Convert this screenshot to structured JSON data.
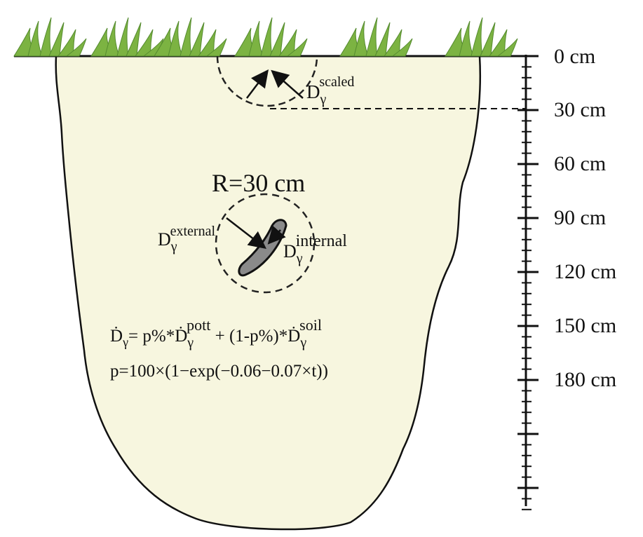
{
  "ruler": {
    "labels": [
      "0 cm",
      "30 cm",
      "60 cm",
      "90 cm",
      "120 cm",
      "150 cm",
      "180 cm"
    ]
  },
  "top_label": {
    "base": "D",
    "sub": "γ",
    "sup": "scaled"
  },
  "radius_label": "R=30 cm",
  "external_label": {
    "base": "D",
    "sub": "γ",
    "sup": "external"
  },
  "internal_label": {
    "base": "D",
    "sub": "γ",
    "sup": "internal"
  },
  "formula1": {
    "lhs_base": "Ḋ",
    "lhs_sub": "γ",
    "eq": "= p%*",
    "t1_base": "Ḋ",
    "t1_sub": "γ",
    "t1_sup": "pott",
    "mid": " + (1-p%)*",
    "t2_base": "Ḋ",
    "t2_sub": "γ",
    "t2_sup": "soil"
  },
  "formula2": "p=100×(1−exp(−0.06−0.07×t))",
  "colors": {
    "soil": "#f7f6df",
    "grass": "#7cb342",
    "grass_dark": "#558b2f",
    "pottery": "#8a8a8a"
  }
}
